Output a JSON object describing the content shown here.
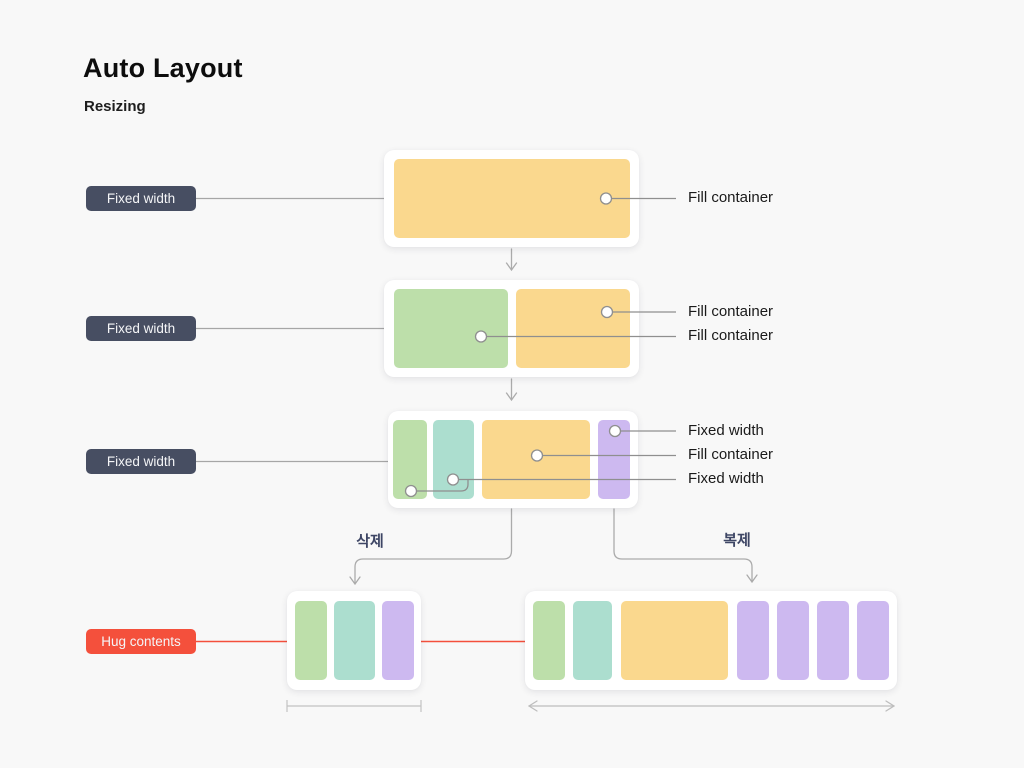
{
  "header": {
    "title": "Auto Layout",
    "subtitle": "Resizing"
  },
  "rows": [
    {
      "badge": "Fixed width",
      "annotations": [
        "Fill container"
      ]
    },
    {
      "badge": "Fixed width",
      "annotations": [
        "Fill container",
        "Fill container"
      ]
    },
    {
      "badge": "Fixed width",
      "annotations": [
        "Fixed width",
        "Fill container",
        "Fixed width"
      ]
    }
  ],
  "bottom": {
    "badge": "Hug contents",
    "delete_label": "삭제",
    "duplicate_label": "복제"
  },
  "colors": {
    "background": "#F8F8F8",
    "card": "#FFFFFF",
    "block_yellow": "#FAD88E",
    "block_green": "#BDDFAA",
    "block_teal": "#ACDECF",
    "block_purple": "#CDB9F0",
    "badge_dark": "#474E62",
    "badge_red": "#F4503C",
    "connector_gray": "#A6A6A6",
    "measure_gray": "#C2C2C2",
    "annotation_text": "#1A1A1A",
    "flow_label_text": "#3E4665"
  }
}
